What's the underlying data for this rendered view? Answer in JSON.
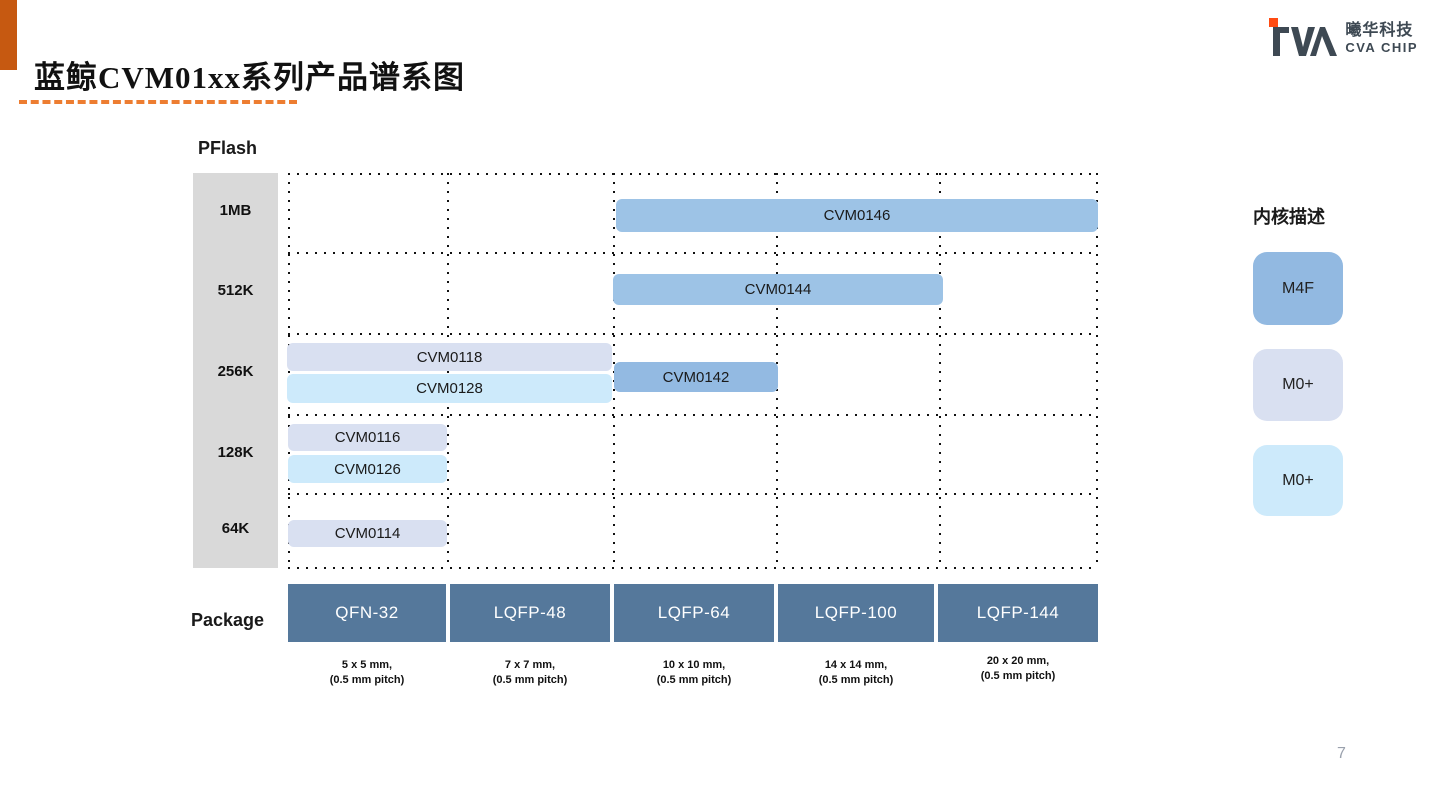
{
  "slide": {
    "title": "蓝鲸CVM01xx系列产品谱系图",
    "page_number": "7"
  },
  "logo": {
    "company_cn": "曦华科技",
    "company_en": "CVA CHIP"
  },
  "chart": {
    "y_axis_title": "PFlash",
    "x_axis_title": "Package",
    "flash_rows": [
      "1MB",
      "512K",
      "256K",
      "128K",
      "64K"
    ],
    "packages": [
      {
        "name": "QFN-32",
        "size": "5 x 5 mm,",
        "pitch": "(0.5 mm pitch)"
      },
      {
        "name": "LQFP-48",
        "size": "7 x 7 mm,",
        "pitch": "(0.5 mm pitch)"
      },
      {
        "name": "LQFP-64",
        "size": "10 x 10 mm,",
        "pitch": "(0.5 mm pitch)"
      },
      {
        "name": "LQFP-100",
        "size": "14 x 14 mm,",
        "pitch": "(0.5 mm pitch)"
      },
      {
        "name": "LQFP-144",
        "size": "20 x 20 mm,",
        "pitch": "(0.5 mm pitch)"
      }
    ],
    "products": [
      {
        "name": "CVM0146",
        "pflash": "1MB",
        "package_span": "LQFP-64 to LQFP-144",
        "core": "M4F"
      },
      {
        "name": "CVM0144",
        "pflash": "512K",
        "package_span": "LQFP-64 to LQFP-100",
        "core": "M4F"
      },
      {
        "name": "CVM0118",
        "pflash": "256K",
        "package_span": "QFN-32 to LQFP-48",
        "core": "M0+"
      },
      {
        "name": "CVM0128",
        "pflash": "256K",
        "package_span": "QFN-32 to LQFP-48",
        "core": "M0+"
      },
      {
        "name": "CVM0142",
        "pflash": "256K",
        "package_span": "LQFP-64",
        "core": "M4F"
      },
      {
        "name": "CVM0116",
        "pflash": "128K",
        "package_span": "QFN-32",
        "core": "M0+"
      },
      {
        "name": "CVM0126",
        "pflash": "128K",
        "package_span": "QFN-32",
        "core": "M0+"
      },
      {
        "name": "CVM0114",
        "pflash": "64K",
        "package_span": "QFN-32",
        "core": "M0+"
      }
    ]
  },
  "legend": {
    "title": "内核描述",
    "items": [
      {
        "label": "M4F",
        "color": "#92B9E1"
      },
      {
        "label": "M0+",
        "color": "#D9E0F1"
      },
      {
        "label": "M0+",
        "color": "#CDEAFB"
      }
    ]
  },
  "colors": {
    "m4f_bar": "#9DC3E6",
    "m0plus_lavender": "#D9E0F1",
    "m0plus_cyan": "#CDEAFB",
    "package_header": "#55789B",
    "flash_axis_column": "#D9D9D9",
    "accent_orange": "#C65911",
    "dash_orange": "#ED7D31"
  },
  "chart_data": {
    "type": "table",
    "title": "蓝鲸CVM01xx系列产品谱系图",
    "x_axis": {
      "label": "Package",
      "categories": [
        "QFN-32",
        "LQFP-48",
        "LQFP-64",
        "LQFP-100",
        "LQFP-144"
      ]
    },
    "y_axis": {
      "label": "PFlash",
      "categories": [
        "1MB",
        "512K",
        "256K",
        "128K",
        "64K"
      ]
    },
    "legend_position": "right",
    "grid": "dotted",
    "cells": [
      {
        "product": "CVM0146",
        "pflash": "1MB",
        "packages": [
          "LQFP-64",
          "LQFP-100",
          "LQFP-144"
        ],
        "core": "M4F"
      },
      {
        "product": "CVM0144",
        "pflash": "512K",
        "packages": [
          "LQFP-64",
          "LQFP-100"
        ],
        "core": "M4F"
      },
      {
        "product": "CVM0118",
        "pflash": "256K",
        "packages": [
          "QFN-32",
          "LQFP-48"
        ],
        "core": "M0+"
      },
      {
        "product": "CVM0128",
        "pflash": "256K",
        "packages": [
          "QFN-32",
          "LQFP-48"
        ],
        "core": "M0+"
      },
      {
        "product": "CVM0142",
        "pflash": "256K",
        "packages": [
          "LQFP-64"
        ],
        "core": "M4F"
      },
      {
        "product": "CVM0116",
        "pflash": "128K",
        "packages": [
          "QFN-32"
        ],
        "core": "M0+"
      },
      {
        "product": "CVM0126",
        "pflash": "128K",
        "packages": [
          "QFN-32"
        ],
        "core": "M0+"
      },
      {
        "product": "CVM0114",
        "pflash": "64K",
        "packages": [
          "QFN-32"
        ],
        "core": "M0+"
      }
    ]
  }
}
